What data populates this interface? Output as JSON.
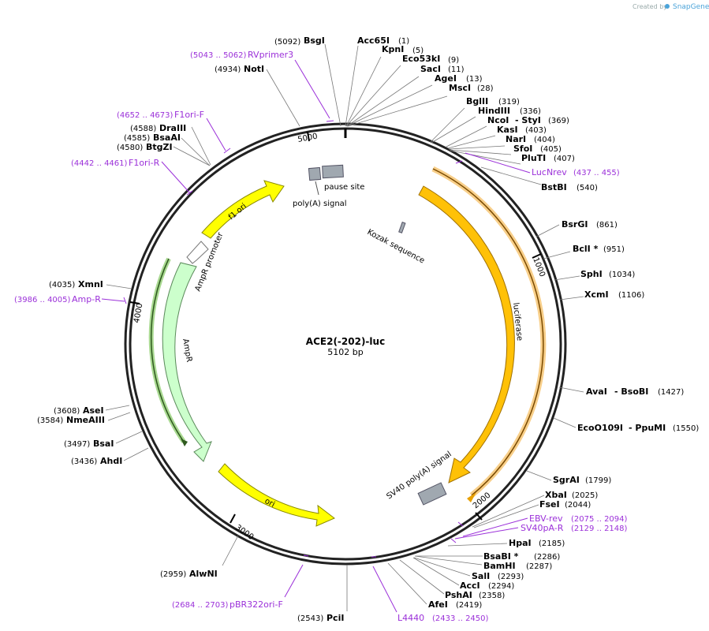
{
  "plasmid": {
    "name": "ACE2(-202)-luc",
    "length_label": "5102 bp",
    "length": 5102
  },
  "credit": {
    "prefix": "Created by",
    "brand": "SnapGene"
  },
  "tick_labels": [
    {
      "bp": 0,
      "text": "5000",
      "pos": 5000
    },
    {
      "bp": 0,
      "text": "1000",
      "pos": 1000
    },
    {
      "bp": 0,
      "text": "2000",
      "pos": 2000
    },
    {
      "bp": 0,
      "text": "3000",
      "pos": 3000
    },
    {
      "bp": 0,
      "text": "4000",
      "pos": 4000
    }
  ],
  "features": [
    {
      "name": "luciferase",
      "start": 420,
      "end": 2070,
      "dir": 1,
      "color": "#ffc107"
    },
    {
      "name": "ori",
      "start": 2590,
      "end": 3180,
      "dir": -1,
      "color": "#ffff00"
    },
    {
      "name": "AmpR",
      "start": 3350,
      "end": 4210,
      "dir": -1,
      "color": "#ccffcc"
    },
    {
      "name": "AmpR promoter",
      "start": 4210,
      "end": 4310,
      "dir": -1,
      "color": "#ffffff"
    },
    {
      "name": "f1 ori",
      "start": 4340,
      "end": 4800,
      "dir": 1,
      "color": "#ffff00"
    }
  ],
  "misc_features": [
    {
      "name": "poly(A) signal",
      "start": 4995,
      "end": 5045,
      "color": "#a0a8b0"
    },
    {
      "name": "pause site",
      "start": 5055,
      "end": 5100,
      "color": "#a0a8b0"
    },
    {
      "name": "Kozak sequence",
      "start": 410,
      "end": 420,
      "color": "#a0a8b0"
    },
    {
      "name": "SV40 poly(A) signal",
      "start": 2050,
      "end": 2170,
      "color": "#a0a8b0"
    }
  ],
  "sites": [
    {
      "name": "BsgI",
      "pos": "(5092)",
      "side": "L"
    },
    {
      "name": "Acc65I",
      "pos": "(1)",
      "side": "R"
    },
    {
      "name": "KpnI",
      "pos": "(5)",
      "side": "R"
    },
    {
      "name": "Eco53kI",
      "pos": "(9)",
      "side": "R"
    },
    {
      "name": "SacI",
      "pos": "(11)",
      "side": "R"
    },
    {
      "name": "AgeI",
      "pos": "(13)",
      "side": "R"
    },
    {
      "name": "MscI",
      "pos": "(28)",
      "side": "R"
    },
    {
      "name": "BglII",
      "pos": "(319)",
      "side": "R"
    },
    {
      "name": "HindIII",
      "pos": "(336)",
      "side": "R"
    },
    {
      "name": "NcoI",
      "pos": "(369)",
      "side": "R",
      "extra": "- StyI"
    },
    {
      "name": "KasI",
      "pos": "(403)",
      "side": "R"
    },
    {
      "name": "NarI",
      "pos": "(404)",
      "side": "R"
    },
    {
      "name": "SfoI",
      "pos": "(405)",
      "side": "R"
    },
    {
      "name": "PluTI",
      "pos": "(407)",
      "side": "R"
    },
    {
      "name": "BstBI",
      "pos": "(540)",
      "side": "R"
    },
    {
      "name": "BsrGI",
      "pos": "(861)",
      "side": "R"
    },
    {
      "name": "BclI *",
      "pos": "(951)",
      "side": "R"
    },
    {
      "name": "SphI",
      "pos": "(1034)",
      "side": "R"
    },
    {
      "name": "XcmI",
      "pos": "(1106)",
      "side": "R"
    },
    {
      "name": "AvaI",
      "pos": "(1427)",
      "side": "R",
      "extra": "- BsoBI"
    },
    {
      "name": "EcoO109I",
      "pos": "(1550)",
      "side": "R",
      "extra": "- PpuMI"
    },
    {
      "name": "SgrAI",
      "pos": "(1799)",
      "side": "R"
    },
    {
      "name": "XbaI",
      "pos": "(2025)",
      "side": "R"
    },
    {
      "name": "FseI",
      "pos": "(2044)",
      "side": "R"
    },
    {
      "name": "HpaI",
      "pos": "(2185)",
      "side": "R"
    },
    {
      "name": "BsaBI *",
      "pos": "(2286)",
      "side": "R"
    },
    {
      "name": "BamHI",
      "pos": "(2287)",
      "side": "R"
    },
    {
      "name": "SalI",
      "pos": "(2293)",
      "side": "R"
    },
    {
      "name": "AccI",
      "pos": "(2294)",
      "side": "R"
    },
    {
      "name": "PshAI",
      "pos": "(2358)",
      "side": "R"
    },
    {
      "name": "AfeI",
      "pos": "(2419)",
      "side": "R"
    },
    {
      "name": "PciI",
      "pos": "(2543)",
      "side": "L"
    },
    {
      "name": "AlwNI",
      "pos": "(2959)",
      "side": "L"
    },
    {
      "name": "AhdI",
      "pos": "(3436)",
      "side": "L"
    },
    {
      "name": "BsaI",
      "pos": "(3497)",
      "side": "L"
    },
    {
      "name": "NmeAIII",
      "pos": "(3584)",
      "side": "L"
    },
    {
      "name": "AseI",
      "pos": "(3608)",
      "side": "L"
    },
    {
      "name": "XmnI",
      "pos": "(4035)",
      "side": "L"
    },
    {
      "name": "BtgZI",
      "pos": "(4580)",
      "side": "L"
    },
    {
      "name": "BsaAI",
      "pos": "(4585)",
      "side": "L"
    },
    {
      "name": "DraIII",
      "pos": "(4588)",
      "side": "L"
    },
    {
      "name": "NotI",
      "pos": "(4934)",
      "side": "L"
    }
  ],
  "primers": [
    {
      "name": "RVprimer3",
      "pos": "(5043 .. 5062)"
    },
    {
      "name": "F1ori-F",
      "pos": "(4652 .. 4673)"
    },
    {
      "name": "F1ori-R",
      "pos": "(4442 .. 4461)"
    },
    {
      "name": "Amp-R",
      "pos": "(3986 .. 4005)"
    },
    {
      "name": "LucNrev",
      "pos": "(437 .. 455)"
    },
    {
      "name": "EBV-rev",
      "pos": "(2075 .. 2094)"
    },
    {
      "name": "SV40pA-R",
      "pos": "(2129 .. 2148)"
    },
    {
      "name": "pBR322ori-F",
      "pos": "(2684 .. 2703)"
    },
    {
      "name": "L4440",
      "pos": "(2433 .. 2450)"
    }
  ],
  "colors": {
    "primer": "#9b30d9",
    "line": "#666666"
  }
}
